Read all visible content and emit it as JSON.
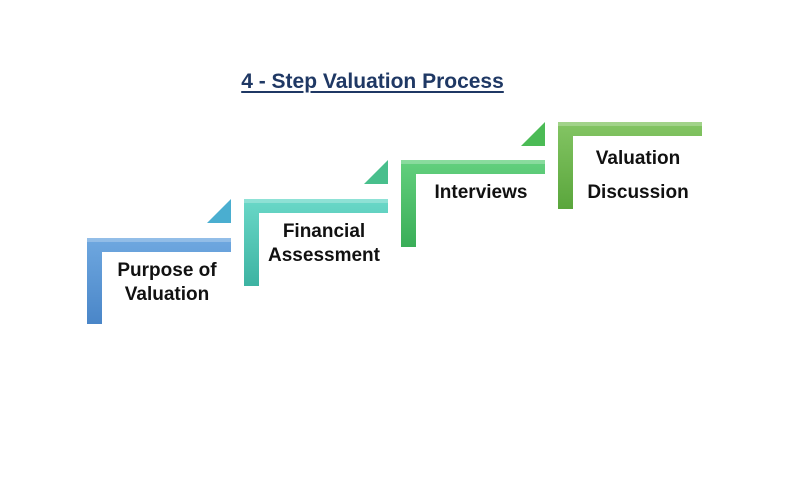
{
  "diagram": {
    "title": "4 - Step Valuation Process",
    "steps": [
      {
        "label_line1": "Purpose of",
        "label_line2": "Valuation",
        "color": "#5b9bd5"
      },
      {
        "label_line1": "Financial",
        "label_line2": "Assessment",
        "color": "#4ec5b5"
      },
      {
        "label_line1": "Interviews",
        "label_line2": "",
        "color": "#4cbf6b"
      },
      {
        "label_line1": "Valuation",
        "label_line2": "Discussion",
        "color": "#6ab04c"
      }
    ],
    "arrow_colors": [
      "#4aaed0",
      "#48bf8c",
      "#4bbb55"
    ]
  }
}
